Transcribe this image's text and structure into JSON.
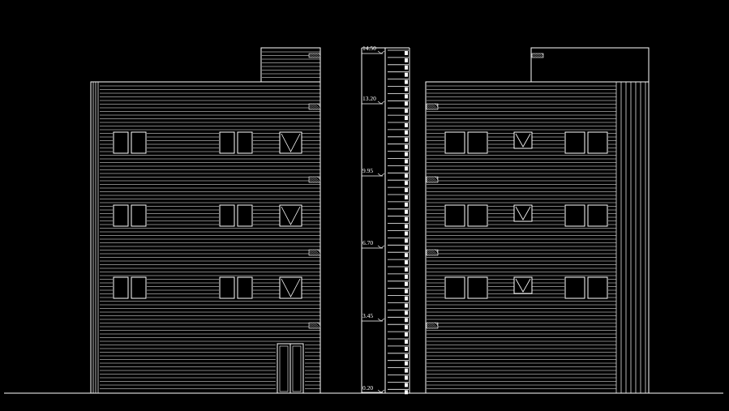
{
  "drawing": {
    "background_color": "#000000",
    "line_color": "#ffffff",
    "level_marks": [
      "14.50",
      "13.20",
      "9.95",
      "6.70",
      "3.45",
      "0.20"
    ]
  }
}
